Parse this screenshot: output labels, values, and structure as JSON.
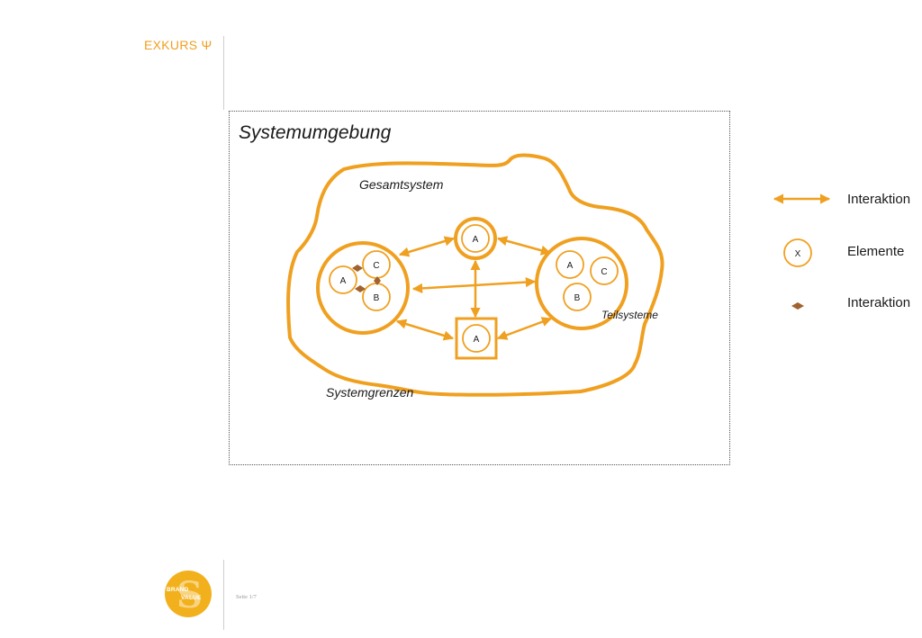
{
  "header": {
    "title": "EXKURS Ψ"
  },
  "diagram": {
    "title": "Systemumgebung",
    "labels": {
      "gesamtsystem": "Gesamtsystem",
      "teilsysteme": "Teilsysteme",
      "systemgrenzen": "Systemgrenzen"
    },
    "nodes": {
      "left_a": "A",
      "left_b": "B",
      "left_c": "C",
      "top_a": "A",
      "right_a": "A",
      "right_b": "B",
      "right_c": "C",
      "bottom_a": "A"
    }
  },
  "legend": {
    "arrow_label": "Interaktion",
    "element_label": "Elemente",
    "element_symbol": "X",
    "diamond_label": "Interaktion"
  },
  "footer": {
    "logo_line1": "BRAND",
    "logo_line2": "VALUE",
    "page": "Seite 1/7"
  },
  "colors": {
    "accent": "#f0a020",
    "interaction": "#a0622e"
  }
}
